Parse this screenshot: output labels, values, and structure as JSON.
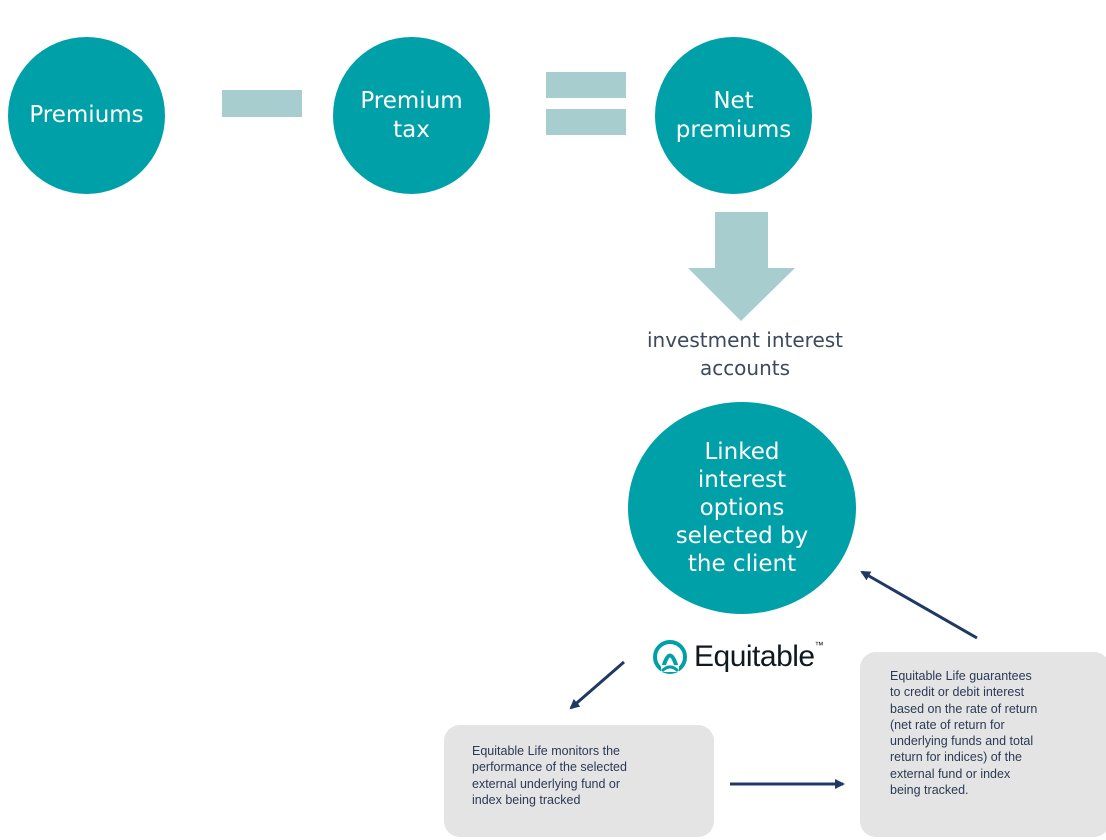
{
  "nodes": {
    "premiums": "Premiums",
    "premium_tax": "Premium\ntax",
    "net_premiums": "Net\npremiums",
    "linked": "Linked\ninterest\noptions\nselected by\nthe client"
  },
  "caption": "investment interest\naccounts",
  "logo": {
    "brand": "Equitable",
    "tm": "™",
    "icon": "equitable-logo-icon"
  },
  "notes": {
    "monitors": "Equitable Life monitors the\nperformance of the selected\nexternal underlying fund or\nindex  being tracked",
    "guarantees": "Equitable Life  guarantees\nto credit or  debit interest\nbased on  the rate of return\n(net  rate of return for\nunderlying funds and  total\nreturn for indices)  of the\nexternal fund or  index\nbeing tracked."
  },
  "colors": {
    "circle": "#00a0a8",
    "operator": "#a7cdcf",
    "arrow": "#1f3864",
    "note_bg": "#e4e4e4",
    "note_text": "#2b3a55"
  }
}
